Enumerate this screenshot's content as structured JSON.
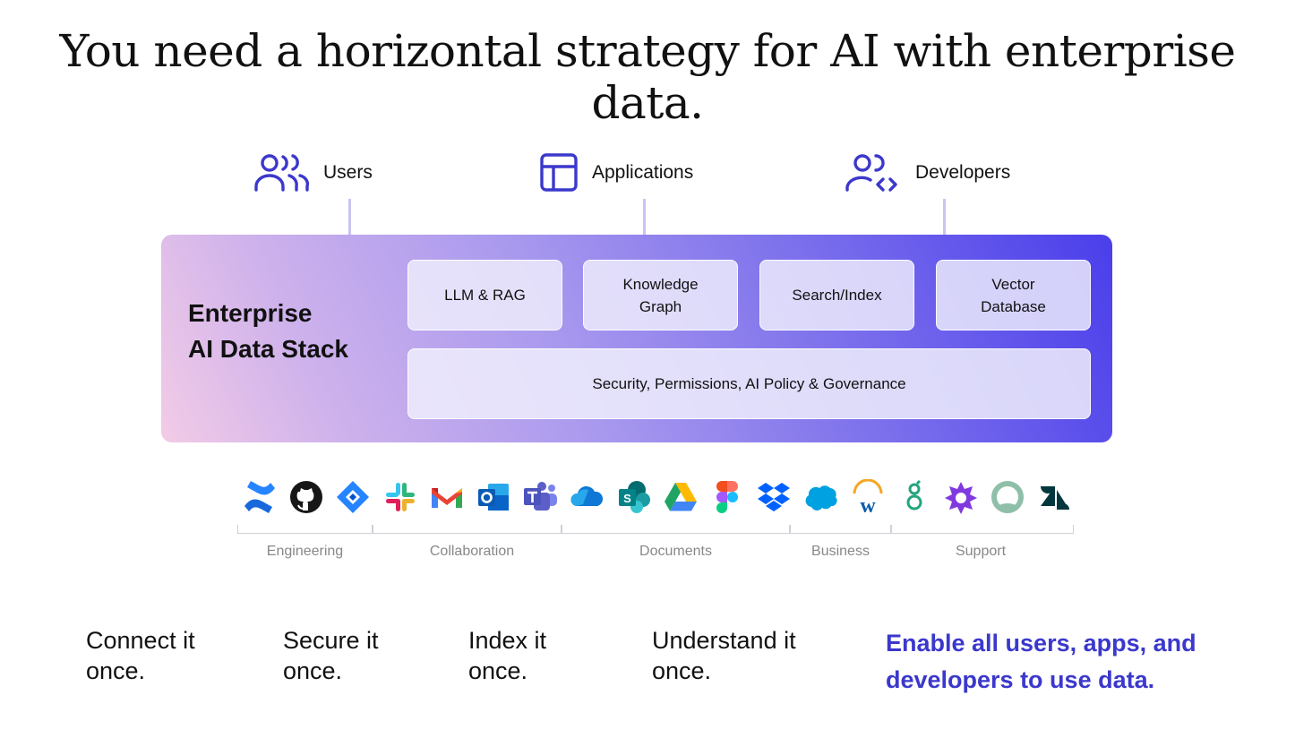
{
  "title": "You need a horizontal strategy for AI with enterprise data.",
  "personas": [
    {
      "label": "Users",
      "icon": "users-icon"
    },
    {
      "label": "Applications",
      "icon": "layout-icon"
    },
    {
      "label": "Developers",
      "icon": "developer-icon"
    }
  ],
  "stack": {
    "title_line1": "Enterprise",
    "title_line2": "AI Data Stack",
    "components": [
      {
        "line1": "LLM & RAG",
        "line2": ""
      },
      {
        "line1": "Knowledge",
        "line2": "Graph"
      },
      {
        "line1": "Search/Index",
        "line2": ""
      },
      {
        "line1": "Vector",
        "line2": "Database"
      }
    ],
    "foundation": "Security, Permissions, AI Policy & Governance"
  },
  "connectors": [
    {
      "icon": "confluence-icon",
      "color": "#1868db"
    },
    {
      "icon": "github-icon",
      "color": "#181717"
    },
    {
      "icon": "jira-icon",
      "color": "#2684ff"
    },
    {
      "icon": "slack-icon",
      "color": "#e01e5a"
    },
    {
      "icon": "gmail-icon",
      "color": "#ea4335"
    },
    {
      "icon": "outlook-icon",
      "color": "#0a64c8"
    },
    {
      "icon": "teams-icon",
      "color": "#5b5fc7"
    },
    {
      "icon": "onedrive-icon",
      "color": "#0f78d4"
    },
    {
      "icon": "sharepoint-icon",
      "color": "#038387"
    },
    {
      "icon": "google-drive-icon",
      "color": "#1fa463"
    },
    {
      "icon": "figma-icon",
      "color": "#f24e1e"
    },
    {
      "icon": "dropbox-icon",
      "color": "#0061ff"
    },
    {
      "icon": "salesforce-icon",
      "color": "#00a1e0"
    },
    {
      "icon": "workday-icon",
      "color": "#0b5cab"
    },
    {
      "icon": "greenhouse-icon",
      "color": "#24a47f"
    },
    {
      "icon": "gong-icon",
      "color": "#8039df"
    },
    {
      "icon": "gorgias-icon",
      "color": "#8fbfa8"
    },
    {
      "icon": "zendesk-icon",
      "color": "#03363d"
    }
  ],
  "categories": [
    {
      "label": "Engineering"
    },
    {
      "label": "Collaboration"
    },
    {
      "label": "Documents"
    },
    {
      "label": "Business"
    },
    {
      "label": "Support"
    }
  ],
  "steps": [
    {
      "line1": "Connect it",
      "line2": "once."
    },
    {
      "line1": "Secure it",
      "line2": "once."
    },
    {
      "line1": "Index it",
      "line2": "once."
    },
    {
      "line1": "Understand it",
      "line2": "once."
    }
  ],
  "cta": {
    "line1": "Enable all users, apps, and",
    "line2": "developers to use data.",
    "color": "#3b38cc"
  },
  "accent_color": "#3b38cc"
}
